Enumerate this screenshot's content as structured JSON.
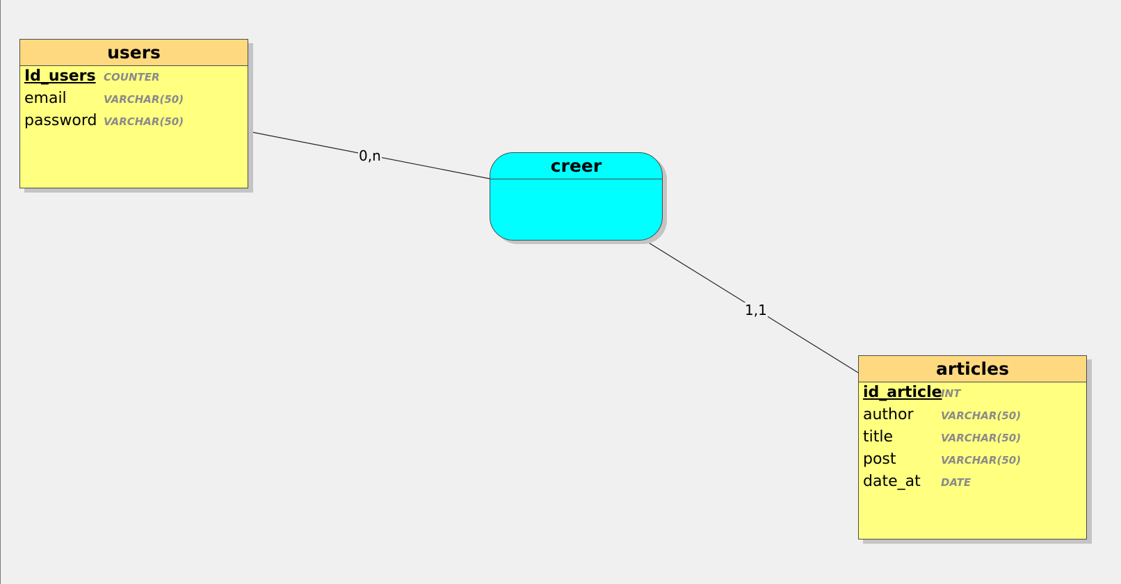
{
  "colors": {
    "canvas": "#f0f0f0",
    "entity_body": "#ffff80",
    "entity_header": "#ffd980",
    "association": "#00ffff",
    "type_text": "#8a8a8a"
  },
  "entities": {
    "users": {
      "title": "users",
      "fields": [
        {
          "name": "Id_users",
          "type": "COUNTER",
          "primary_key": true
        },
        {
          "name": "email",
          "type": "VARCHAR(50)",
          "primary_key": false
        },
        {
          "name": "password",
          "type": "VARCHAR(50)",
          "primary_key": false
        }
      ]
    },
    "articles": {
      "title": "articles",
      "fields": [
        {
          "name": "id_article",
          "type": "INT",
          "primary_key": true
        },
        {
          "name": "author",
          "type": "VARCHAR(50)",
          "primary_key": false
        },
        {
          "name": "title",
          "type": "VARCHAR(50)",
          "primary_key": false
        },
        {
          "name": "post",
          "type": "VARCHAR(50)",
          "primary_key": false
        },
        {
          "name": "date_at",
          "type": "DATE",
          "primary_key": false
        }
      ]
    }
  },
  "association": {
    "name": "creer"
  },
  "links": {
    "users_creer": {
      "cardinality": "0,n"
    },
    "creer_articles": {
      "cardinality": "1,1"
    }
  }
}
